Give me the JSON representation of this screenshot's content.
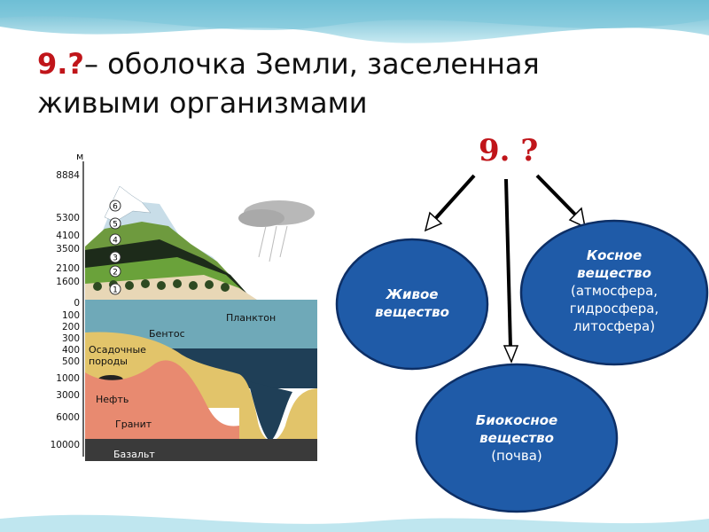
{
  "slide": {
    "title_prefix": "9.?",
    "title_rest": "– оболочка Земли, заселенная",
    "title_line2": "живыми организмами",
    "center_question": "9. ?",
    "nodes": {
      "living": {
        "line1": "Живое",
        "line2": "вещество"
      },
      "inert": {
        "line1": "Косное",
        "line2": "вещество",
        "line3": "(атмосфера,",
        "line4": "гидросфера,",
        "line5": "литосфера)"
      },
      "bioinert": {
        "line1": "Биокосное",
        "line2": "вещество",
        "line3": "(почва)"
      }
    },
    "diagram": {
      "unit": "м",
      "scale": [
        "8884",
        "5300",
        "4100",
        "3500",
        "2100",
        "1600",
        "0",
        "100",
        "200",
        "300",
        "400",
        "500",
        "1000",
        "3000",
        "6000",
        "10000"
      ],
      "zones": [
        "6",
        "5",
        "4",
        "3",
        "2",
        "1"
      ],
      "labels": {
        "plankton": "Планктон",
        "benthos": "Бентос",
        "sediment1": "Осадочные",
        "sediment2": "породы",
        "oil": "Нефть",
        "granite": "Гранит",
        "basalt": "Базальт"
      }
    },
    "colors": {
      "accent_red": "#c0151a",
      "ellipse_fill": "#1f5ba8",
      "ellipse_stroke": "#0d2f66"
    }
  }
}
